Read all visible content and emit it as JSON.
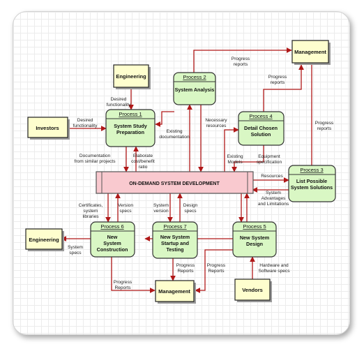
{
  "central_store": "ON-DEMAND SYSTEM DEVELOPMENT",
  "processes": [
    {
      "id": "Process 1",
      "lines": [
        "System Study",
        "Preparation"
      ]
    },
    {
      "id": "Process 2",
      "lines": [
        "System Analysis"
      ]
    },
    {
      "id": "Process 3",
      "lines": [
        "List Possible",
        "System Solutions"
      ]
    },
    {
      "id": "Process 4",
      "lines": [
        "Detail Chosen",
        "Solution"
      ]
    },
    {
      "id": "Process 5",
      "lines": [
        "New System",
        "Design"
      ]
    },
    {
      "id": "Process 6",
      "lines": [
        "New",
        "System",
        "Construction"
      ]
    },
    {
      "id": "Process 7",
      "lines": [
        "New System",
        "Startup and",
        "Testing"
      ]
    }
  ],
  "entities": {
    "engineering_top": "Engineering",
    "engineering_left": "Engineering",
    "investors": "Investors",
    "management_top": "Management",
    "management_bottom": "Management",
    "vendors": "Vendors"
  },
  "flows": {
    "desired_functionality_eng": [
      "Desired",
      "functionality"
    ],
    "desired_functionality_inv": [
      "Desired",
      "functionality"
    ],
    "progress_reports_p2": [
      "Progress",
      "reports"
    ],
    "progress_reports_p4": [
      "Progress",
      "reports"
    ],
    "progress_reports_p3": [
      "Progress",
      "reports"
    ],
    "existing_documentation": [
      "Existing",
      "documentation"
    ],
    "necessary_resources": [
      "Necessary",
      "resources"
    ],
    "existing_models": [
      "Existing",
      "Models"
    ],
    "equipment_specification": [
      "Equipment",
      "specification"
    ],
    "documentation_similar": [
      "Documentation",
      "from similar projects"
    ],
    "elaborate_cost": [
      "Elaborate",
      "cost/benefit",
      "ratio"
    ],
    "resources": [
      "Resources"
    ],
    "system_advantages": [
      "System",
      "Advantages",
      "and Limitations"
    ],
    "certificates": [
      "Certificates,",
      "system",
      "libraries"
    ],
    "version_specs": [
      "Version",
      "specs"
    ],
    "system_version": [
      "System",
      "version"
    ],
    "design_specs": [
      "Design",
      "specs"
    ],
    "system_specs": [
      "System",
      "specs"
    ],
    "progress_reports_p6": [
      "Progress",
      "Reports"
    ],
    "progress_reports_p7": [
      "Progress",
      "Reports"
    ],
    "progress_reports_p5": [
      "Progress",
      "Reports"
    ],
    "hardware_software": [
      "Hardware and",
      "Software specs"
    ]
  },
  "colors": {
    "flow": "#b01818",
    "process_fill": "#d9f7c4",
    "entity_fill": "#fefece",
    "store_fill": "#f9c9cf"
  }
}
